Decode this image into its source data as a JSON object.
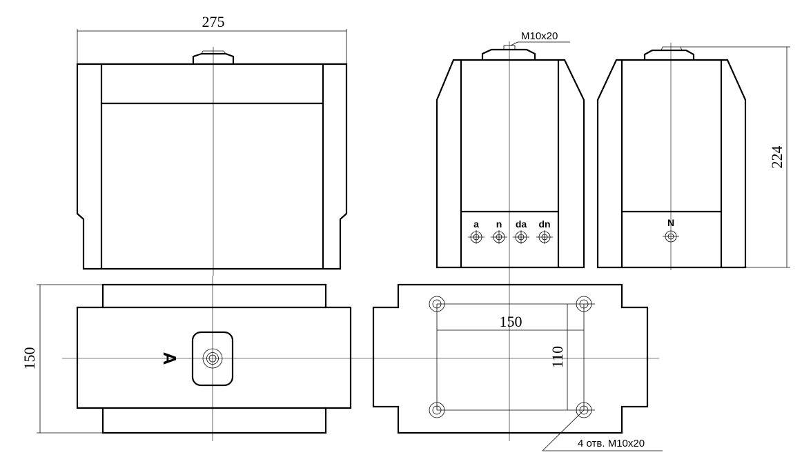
{
  "dimensions": {
    "width": "275",
    "height": "224",
    "depth": "150",
    "hole_spacing_x": "150",
    "hole_spacing_y": "110"
  },
  "notes": {
    "top_thread": "M10x20",
    "mount_holes": "4 отв. M10x20",
    "view_letter": "A"
  },
  "terminals": {
    "side": [
      "a",
      "n",
      "da",
      "dn"
    ],
    "back": [
      "N"
    ]
  }
}
